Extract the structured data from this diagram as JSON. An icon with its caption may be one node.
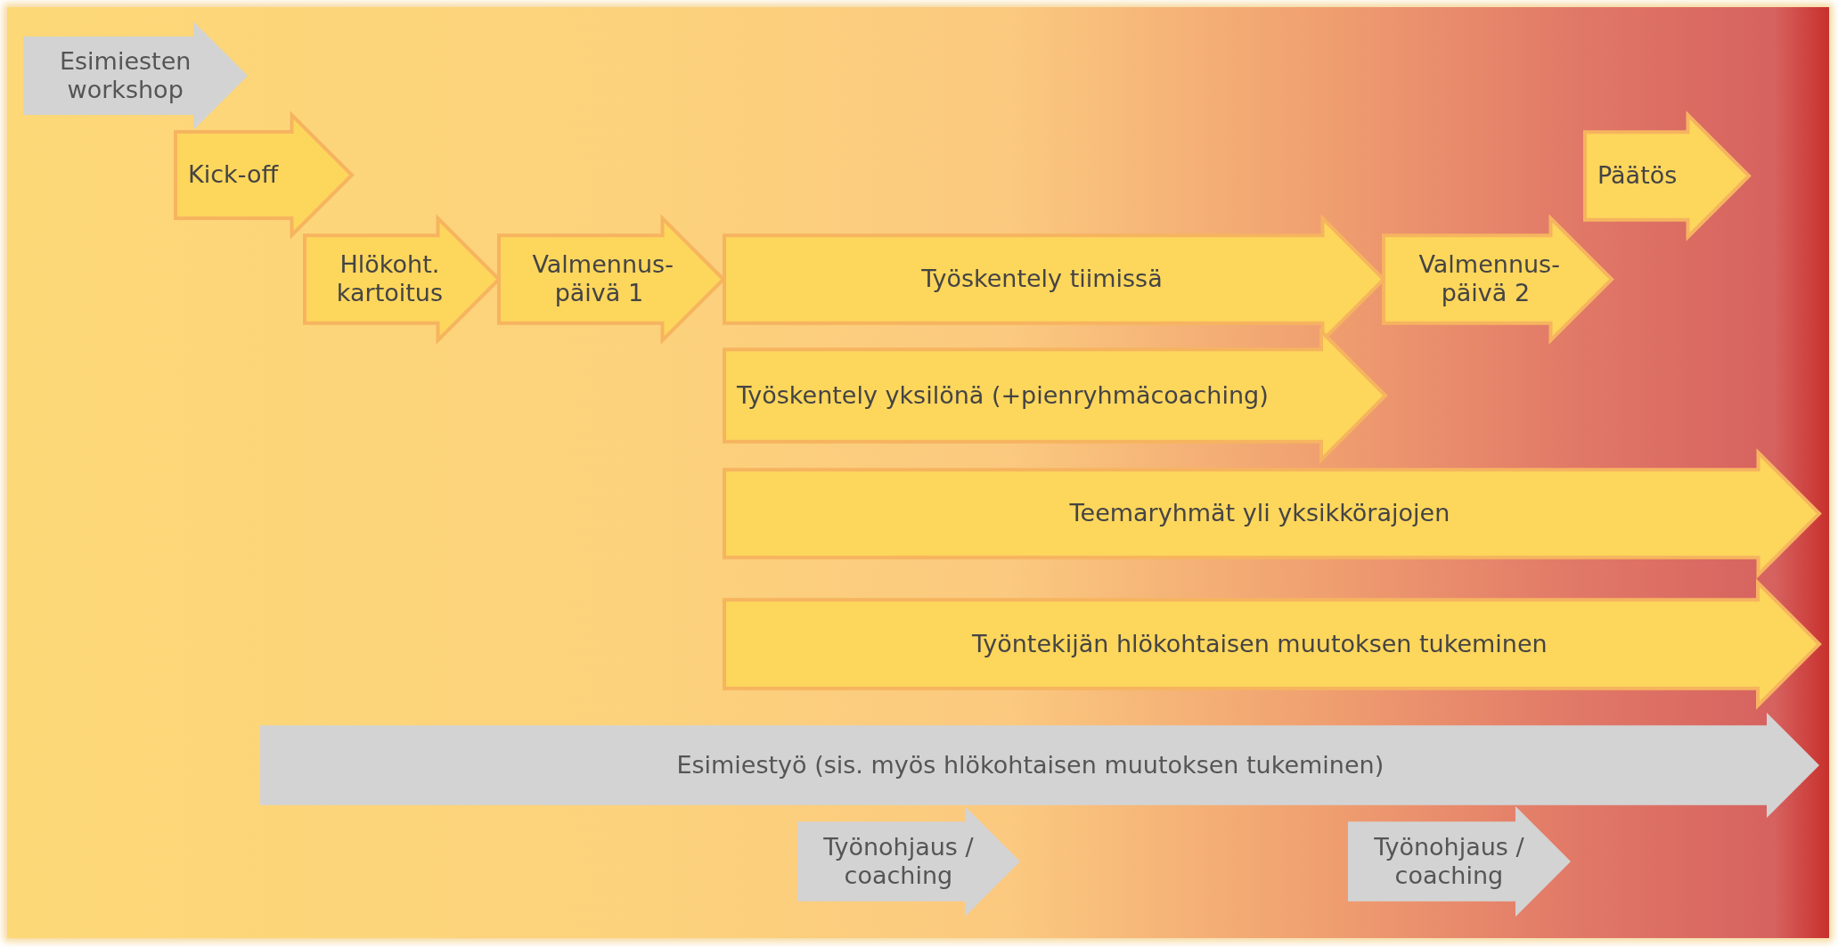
{
  "diagram": {
    "nodes": [
      {
        "text": [
          "Esimiesten workshop"
        ]
      },
      {
        "text": [
          "Kick-off"
        ]
      },
      {
        "text": [
          "Hlökoht. kartoitus"
        ]
      },
      {
        "text": [
          "Valmennus- päivä 1"
        ]
      },
      {
        "text": [
          "Työskentely tiimissä"
        ]
      },
      {
        "text": [
          "Valmennus- päivä 2"
        ]
      },
      {
        "text": [
          "Päätös"
        ]
      },
      {
        "text": [
          "Työskentely yksilönä (+pienryhmäcoaching)"
        ]
      },
      {
        "text": [
          "Teemaryhmät yli yksikkörajojen"
        ]
      },
      {
        "text": [
          "Työntekijän hlökohtaisen muutoksen tukeminen"
        ]
      },
      {
        "text": [
          "Esimiestyö (sis. myös hlökohtaisen muutoksen tukeminen)"
        ]
      },
      {
        "text": [
          "Työnohjaus / coaching"
        ]
      },
      {
        "text": [
          "Työnohjaus / coaching"
        ]
      }
    ]
  }
}
